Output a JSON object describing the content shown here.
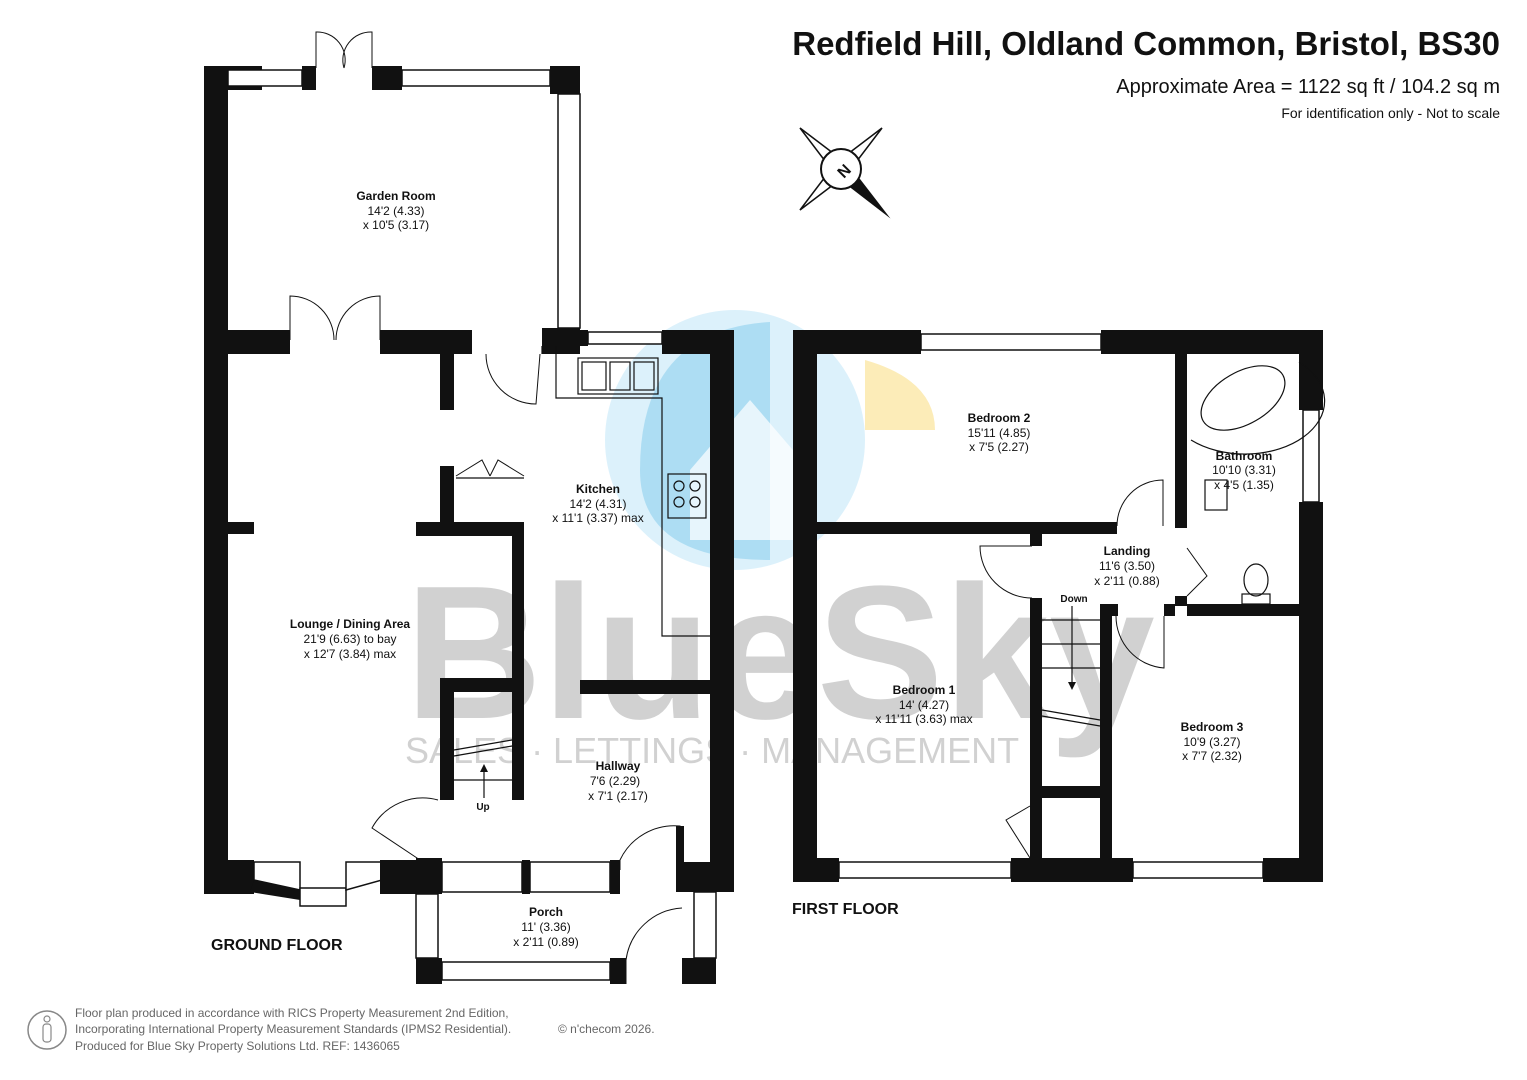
{
  "header": {
    "address": "Redfield Hill, Oldland Common, Bristol, BS30",
    "area": "Approximate Area = 1122 sq ft / 104.2 sq m",
    "disclaimer": "For identification only - Not to scale"
  },
  "compass": {
    "label": "N",
    "icon": "north-compass-icon"
  },
  "watermark": {
    "brand": "BlueSky",
    "tagline": "SALES · LETTINGS · MANAGEMENT",
    "colors": {
      "blue": "#8dd0ee",
      "yellow": "#fbe7a6",
      "grey": "#9a9a9a"
    }
  },
  "floors": {
    "ground": {
      "label": "GROUND FLOOR",
      "rooms": {
        "garden_room": {
          "name": "Garden Room",
          "dim1": "14'2 (4.33)",
          "dim2": "x 10'5 (3.17)"
        },
        "kitchen": {
          "name": "Kitchen",
          "dim1": "14'2 (4.31)",
          "dim2": "x 11'1 (3.37) max"
        },
        "lounge": {
          "name": "Lounge / Dining Area",
          "dim1": "21'9 (6.63) to bay",
          "dim2": "x 12'7 (3.84) max"
        },
        "hallway": {
          "name": "Hallway",
          "dim1": "7'6 (2.29)",
          "dim2": "x 7'1 (2.17)"
        },
        "porch": {
          "name": "Porch",
          "dim1": "11' (3.36)",
          "dim2": "x 2'11 (0.89)"
        }
      },
      "stairs_label": "Up"
    },
    "first": {
      "label": "FIRST FLOOR",
      "rooms": {
        "bedroom2": {
          "name": "Bedroom 2",
          "dim1": "15'11 (4.85)",
          "dim2": "x 7'5 (2.27)"
        },
        "bathroom": {
          "name": "Bathroom",
          "dim1": "10'10 (3.31)",
          "dim2": "x 4'5 (1.35)"
        },
        "landing": {
          "name": "Landing",
          "dim1": "11'6 (3.50)",
          "dim2": "x 2'11 (0.88)"
        },
        "bedroom1": {
          "name": "Bedroom 1",
          "dim1": "14' (4.27)",
          "dim2": "x 11'11 (3.63) max"
        },
        "bedroom3": {
          "name": "Bedroom 3",
          "dim1": "10'9 (3.27)",
          "dim2": "x 7'7 (2.32)"
        }
      },
      "stairs_label": "Down"
    }
  },
  "footer": {
    "line1": "Floor plan produced in accordance with RICS Property Measurement 2nd Edition,",
    "line2": "Incorporating International Property Measurement Standards (IPMS2 Residential).",
    "copyright": "© n'checom 2026.",
    "line3": "Produced for Blue Sky Property Solutions Ltd.   REF:  1436065"
  }
}
